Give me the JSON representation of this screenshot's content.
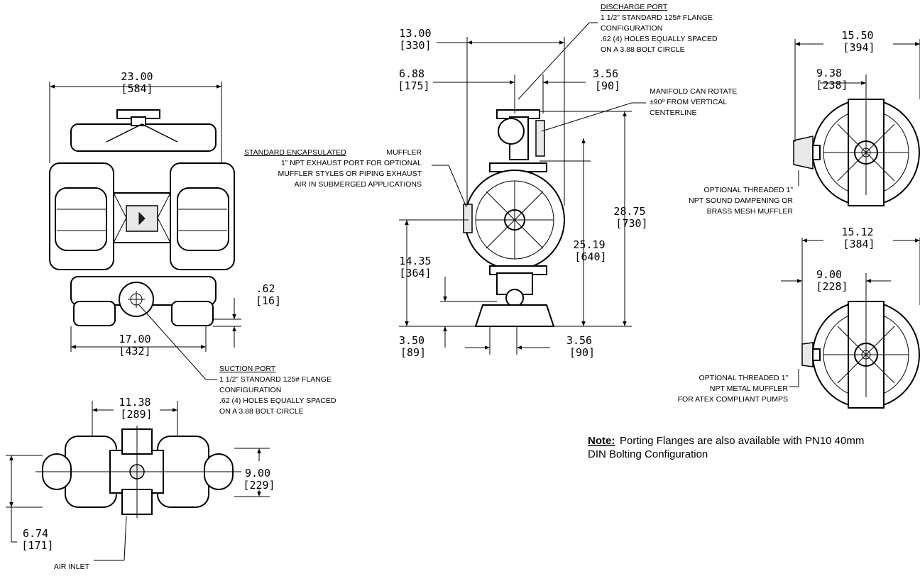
{
  "dimensions": {
    "front_width_in": "23.00",
    "front_width_mm": "[584]",
    "front_base_in": "17.00",
    "front_base_mm": "[432]",
    "front_flange_in": ".62",
    "front_flange_mm": "[16]",
    "side_overall_in": "13.00",
    "side_overall_mm": "[330]",
    "side_left_in": "6.88",
    "side_left_mm": "[175]",
    "side_right_in": "3.56",
    "side_right_mm": "[90]",
    "side_height_in": "28.75",
    "side_height_mm": "[730]",
    "side_discharge_height_in": "25.19",
    "side_discharge_height_mm": "[640]",
    "side_air_height_in": "14.35",
    "side_air_height_mm": "[364]",
    "side_base_left_in": "3.50",
    "side_base_left_mm": "[89]",
    "side_base_right_in": "3.56",
    "side_base_right_mm": "[90]",
    "top_width_in": "11.38",
    "top_width_mm": "[289]",
    "top_depth_in": "9.00",
    "top_depth_mm": "[229]",
    "top_offset_in": "6.74",
    "top_offset_mm": "[171]",
    "right1_width_in": "15.50",
    "right1_width_mm": "[394]",
    "right1_offset_in": "9.38",
    "right1_offset_mm": "[238]",
    "right2_width_in": "15.12",
    "right2_width_mm": "[384]",
    "right2_offset_in": "9.00",
    "right2_offset_mm": "[228]"
  },
  "callouts": {
    "discharge_title": "DISCHARGE PORT",
    "discharge_lines": [
      "1 1/2” STANDARD 125# FLANGE",
      "CONFIGURATION",
      ".62 (4) HOLES EQUALLY SPACED",
      "ON A 3.88 BOLT CIRCLE"
    ],
    "suction_title": "SUCTION PORT",
    "suction_lines": [
      "1 1/2” STANDARD 125# FLANGE",
      "CONFIGURATION",
      ".62 (4) HOLES EQUALLY SPACED",
      "ON A 3.88 BOLT CIRCLE"
    ],
    "manifold_lines": [
      "MANIFOLD CAN ROTATE",
      "±90º FROM VERTICAL",
      "CENTERLINE"
    ],
    "muffler_title": "STANDARD ENCAPSULATED",
    "muffler_title_suffix": "MUFFLER",
    "muffler_lines": [
      "1” NPT EXHAUST PORT FOR OPTIONAL",
      "MUFFLER STYLES OR PIPING EXHAUST",
      "AIR IN SUBMERGED APPLICATIONS"
    ],
    "optional1_lines": [
      "OPTIONAL THREADED 1”",
      "NPT SOUND DAMPENING OR",
      "BRASS MESH MUFFLER"
    ],
    "optional2_lines": [
      "OPTIONAL THREADED 1”",
      "NPT METAL MUFFLER",
      "FOR ATEX COMPLIANT PUMPS"
    ],
    "air_inlet": "AIR INLET"
  },
  "note": {
    "label": "Note:",
    "line1": "Porting Flanges are also available with PN10 40mm",
    "line2": "DIN Bolting Configuration"
  }
}
